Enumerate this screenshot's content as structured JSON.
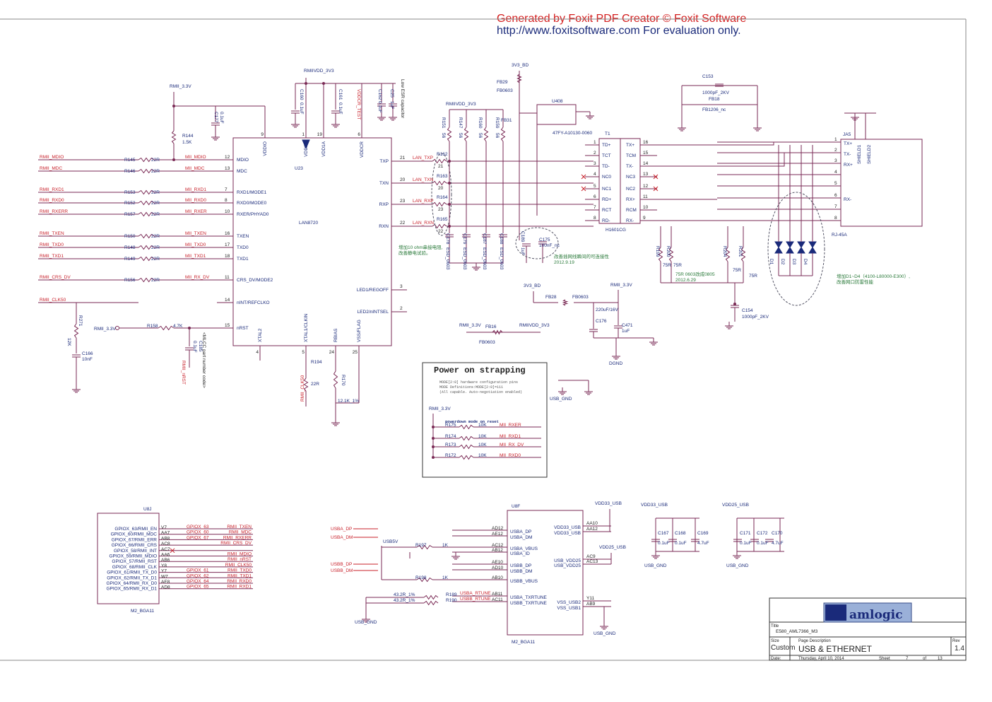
{
  "watermark": {
    "line1": "Generated by Foxit PDF Creator © Foxit Software",
    "line2": "http://www.foxitsoftware.com   For evaluation only."
  },
  "phy": {
    "ref": "U23",
    "part": "LAN8720",
    "left_pins": [
      {
        "num": "12",
        "name": "MDIO"
      },
      {
        "num": "13",
        "name": "MDC"
      },
      {
        "num": "7",
        "name": "RXD1/MODE1"
      },
      {
        "num": "8",
        "name": "RXD0/MODE0"
      },
      {
        "num": "10",
        "name": "RXER/PHYAD0"
      },
      {
        "num": "16",
        "name": "TXEN"
      },
      {
        "num": "17",
        "name": "TXD0"
      },
      {
        "num": "18",
        "name": "TXD1"
      },
      {
        "num": "11",
        "name": "CRS_DV/MODE2"
      },
      {
        "num": "14",
        "name": "nINT/REFCLKO"
      },
      {
        "num": "15",
        "name": "nRST"
      }
    ],
    "right_pins": [
      {
        "num": "21",
        "name": "TXP"
      },
      {
        "num": "20",
        "name": "TXN"
      },
      {
        "num": "23",
        "name": "RXP"
      },
      {
        "num": "22",
        "name": "RXN"
      },
      {
        "num": "3",
        "name": "LED1/REGOFF"
      },
      {
        "num": "2",
        "name": "LED2/nINTSEL"
      }
    ],
    "top_pins": [
      {
        "num": "9",
        "name": "VDDIO"
      },
      {
        "num": "1",
        "name": "VDD2A"
      },
      {
        "num": "19",
        "name": "VDD1A"
      },
      {
        "num": "6",
        "name": "VDDCR"
      }
    ],
    "bottom_pins": [
      {
        "num": "4",
        "name": "XTAL2"
      },
      {
        "num": "5",
        "name": "XTAL1/CLKIN"
      },
      {
        "num": "24",
        "name": "RBIAS"
      },
      {
        "num": "25",
        "name": "VSS/FLAG"
      }
    ]
  },
  "nets_left": [
    {
      "net": "RMII_MDIO",
      "res": "R145",
      "val": "22R",
      "out": "MII_MDIO"
    },
    {
      "net": "RMII_MDC",
      "res": "R146",
      "val": "22R",
      "out": "MII_MDC"
    },
    {
      "net": "RMII_RXD1",
      "res": "R153",
      "val": "22R",
      "out": "MII_RXD1"
    },
    {
      "net": "RMII_RXD0",
      "res": "R152",
      "val": "22R",
      "out": "MII_RXD0"
    },
    {
      "net": "RMII_RXERR",
      "res": "R157",
      "val": "22R",
      "out": "MII_RXER"
    },
    {
      "net": "RMII_TXEN",
      "res": "R150",
      "val": "22R",
      "out": "MII_TXEN"
    },
    {
      "net": "RMII_TXD0",
      "res": "R148",
      "val": "22R",
      "out": "MII_TXD0"
    },
    {
      "net": "RMII_TXD1",
      "res": "R149",
      "val": "22R",
      "out": "MII_TXD1"
    },
    {
      "net": "RMII_CRS_DV",
      "res": "R156",
      "val": "22R",
      "out": "MII_RX_DV"
    },
    {
      "net": "RMII_CLK50",
      "res": "",
      "val": "",
      "out": ""
    }
  ],
  "power": {
    "rmii_33": "RMII_3.3V",
    "rmiivdd_33": "RMIIVDD_3V3",
    "v3v3_bd": "3V3_BD",
    "vddcr_test": "VDDCR_TEST",
    "dgnd": "DGND",
    "usb_gnd": "USB_GND",
    "usb5v": "USB5V",
    "vdd33_usb": "VDD33_USB",
    "vdd25_usb": "VDD25_USB"
  },
  "parts": {
    "r144": "R144",
    "r144_val": "1.5K",
    "r158": "R158",
    "r158_val": "4.7K",
    "r271": "R271",
    "r271_val": "12K",
    "c166": "C166",
    "c166_val": "10nF",
    "c177": "C177",
    "c177_val": "0.1uF",
    "c160": "C160",
    "c161": "C161",
    "c162": "C162",
    "c25": "C25",
    "cap01": "0.1uF",
    "cap1": "1uF",
    "lowesr": "Low ESR capacitor",
    "r194": "R194",
    "r194_val": "22R",
    "r170": "R170",
    "r170_val": "12.1K_1%",
    "rmii_clk50": "RMII_CLK50",
    "rmii_nrst": "RMII_nRST",
    "mlcc_note": "<MLCC part number code>",
    "c185": "C185"
  },
  "lan_nets": [
    "LAN_TXP",
    "LAN_TXN",
    "LAN_RXP",
    "LAN_RXN"
  ],
  "lan_res": [
    "R162",
    "R163",
    "R164",
    "R165"
  ],
  "pull_res": [
    {
      "ref": "R151",
      "val": "56"
    },
    {
      "ref": "R147",
      "val": "56"
    },
    {
      "ref": "R160",
      "val": "56"
    },
    {
      "ref": "R159",
      "val": "56"
    }
  ],
  "esd": [
    {
      "ref": "C178",
      "val": "ESD_0603"
    },
    {
      "ref": "C179",
      "val": "ESD_0603"
    },
    {
      "ref": "C187",
      "val": "ESD_0603"
    },
    {
      "ref": "C188",
      "val": "ESD_0603"
    }
  ],
  "note_esd": [
    "增加10 ohm串接电阻,",
    "改善静电试验。"
  ],
  "note_cm": [
    "改善插网线瞬间的可连接性",
    "2012.9.19"
  ],
  "note_75r": [
    "75R 0603改成0805",
    "2012.6.29"
  ],
  "note_tvs": [
    "增加D1~D4（4100-L80000-E300）,",
    "改善网口防雷性能"
  ],
  "fb29": "FB29",
  "fb0603": "FB0603",
  "u408": "U408",
  "u408_part": "47FY-A10130-0060",
  "fb31": "FB31",
  "c189": "C189",
  "c189_val": "1uF",
  "c175": "C175",
  "c175_val": "100nF_nc",
  "t1": {
    "ref": "T1",
    "part": "H1601CG",
    "left": [
      {
        "num": "1",
        "name": "TD+"
      },
      {
        "num": "2",
        "name": "TCT"
      },
      {
        "num": "3",
        "name": "TD-"
      },
      {
        "num": "4",
        "name": "NC0"
      },
      {
        "num": "5",
        "name": "NC1"
      },
      {
        "num": "6",
        "name": "RD+"
      },
      {
        "num": "7",
        "name": "RCT"
      },
      {
        "num": "8",
        "name": "RD-"
      }
    ],
    "right": [
      {
        "num": "16",
        "name": "TX+"
      },
      {
        "num": "15",
        "name": "TCM"
      },
      {
        "num": "14",
        "name": "TX-"
      },
      {
        "num": "13",
        "name": "NC3"
      },
      {
        "num": "12",
        "name": "NC2"
      },
      {
        "num": "11",
        "name": "RX+"
      },
      {
        "num": "10",
        "name": "RCM"
      },
      {
        "num": "9",
        "name": "RX-"
      }
    ]
  },
  "c153": "C153",
  "c153_val": "1000pF_2KV",
  "fb18": "FB18",
  "fb18_val": "FB1206_nc",
  "rj45": {
    "ref": "JA5",
    "part": "RJ-45A",
    "pins": [
      {
        "num": "1",
        "name": "TX+"
      },
      {
        "num": "2",
        "name": "TX-"
      },
      {
        "num": "3",
        "name": "RX+"
      },
      {
        "num": "4",
        "name": ""
      },
      {
        "num": "5",
        "name": ""
      },
      {
        "num": "6",
        "name": "RX-"
      },
      {
        "num": "7",
        "name": ""
      },
      {
        "num": "8",
        "name": ""
      }
    ],
    "shield1": "SHIELD1",
    "shield2": "SHIELD2"
  },
  "r199": "R199",
  "r200": "R200",
  "r204": "R204",
  "r201": "R201",
  "r75": "75R",
  "diodes": [
    "D1",
    "D2",
    "D3",
    "D4"
  ],
  "c154": "C154",
  "c154_val": "1000pF_2KV",
  "fb28": "FB28",
  "c176": "C176",
  "c176_val": "220uF/16V",
  "c471": "C471",
  "c471_val": "1uF",
  "fb16": "FB16",
  "strap": {
    "title": "Power on strapping",
    "lines": [
      "MODE[2:0] hardware configuration pins",
      "MODE Definitions:MODE[2:0]=111",
      "(All capable. Auto-negotiation enabled)"
    ],
    "sub": "powerdown mode on reset",
    "rows": [
      {
        "ref": "R175",
        "val": "10K",
        "net": "MII_RXER"
      },
      {
        "ref": "R174",
        "val": "10K",
        "net": "MII_RXD1"
      },
      {
        "ref": "R173",
        "val": "10K",
        "net": "MII_RX_DV"
      },
      {
        "ref": "R172",
        "val": "10K",
        "net": "MII_RXD0"
      }
    ]
  },
  "u8j": {
    "ref": "U8J",
    "part": "M2_BGA11",
    "pins": [
      {
        "name": "GPIOX_63/RMII_EN",
        "ball": "V7",
        "mii": "GPIOX_63",
        "net": "RMII_TXEN"
      },
      {
        "name": "GPIOX_60/RMII_MDC",
        "ball": "AA7",
        "mii": "GPIOX_60",
        "net": "RMII_MDC"
      },
      {
        "name": "GPIOX_67/RMII_ERR",
        "ball": "AB8",
        "mii": "GPIOX_67",
        "net": "RMII_RXERR"
      },
      {
        "name": "GPIOX_66/RMII_CRS",
        "ball": "AC8",
        "mii": "",
        "net": "RMII_CRS_DV"
      },
      {
        "name": "GPIOX_58/RMII_INT",
        "ball": "AC7",
        "mii": "",
        "net": ""
      },
      {
        "name": "GPIOX_59/RMII_MDIO",
        "ball": "AA6",
        "mii": "",
        "net": "RMII_MDIO"
      },
      {
        "name": "GPIOX_57/RMII_RST",
        "ball": "AB6",
        "mii": "",
        "net": "RMII_nRST"
      },
      {
        "name": "GPIOX_68/RMII_CLK",
        "ball": "Y8",
        "mii": "",
        "net": "RMII_CLK50"
      },
      {
        "name": "GPIOX_61/RMII_TX_D0",
        "ball": "Y7",
        "mii": "GPIOX_61",
        "net": "RMII_TXD0"
      },
      {
        "name": "GPIOX_62/RMII_TX_D1",
        "ball": "W7",
        "mii": "GPIOX_62",
        "net": "RMII_TXD1"
      },
      {
        "name": "GPIOX_64/RMII_RX_D0",
        "ball": "AE8",
        "mii": "GPIOX_64",
        "net": "RMII_RXD0"
      },
      {
        "name": "GPIOX_65/RMII_RX_D1",
        "ball": "AD8",
        "mii": "GPIOX_65",
        "net": "RMII_RXD1"
      }
    ]
  },
  "u8f": {
    "ref": "U8F",
    "part": "M2_BGA11",
    "left": [
      {
        "ball": "AD12",
        "name": "USBA_DP"
      },
      {
        "ball": "AE12",
        "name": "USBA_DM"
      },
      {
        "ball": "AC12",
        "name": "USBA_VBUS"
      },
      {
        "ball": "AB12",
        "name": "USBA_ID"
      },
      {
        "ball": "AE10",
        "name": "USBB_DP"
      },
      {
        "ball": "AD10",
        "name": "USBB_DM"
      },
      {
        "ball": "AB10",
        "name": "USBB_VBUS"
      },
      {
        "ball": "AB11",
        "name": "USBA_TXRTUNE"
      },
      {
        "ball": "AC11",
        "name": "USBB_TXRTUNE"
      }
    ],
    "right": [
      {
        "ball": "AA10",
        "name": "VDD33_USB"
      },
      {
        "ball": "AA12",
        "name": "VDD33_USB"
      },
      {
        "ball": "AC9",
        "name": "USB_VDD25"
      },
      {
        "ball": "AC13",
        "name": "USB_VDD25"
      },
      {
        "ball": "Y11",
        "name": "VSS_USB2"
      },
      {
        "ball": "AB9",
        "name": "VSS_USB1"
      }
    ]
  },
  "usb_nets": [
    "USBA_DP",
    "USBA_DM",
    "USBB_DP",
    "USBB_DM"
  ],
  "r197": "R197",
  "r198": "R198",
  "r1k": "1K",
  "r189": "R189",
  "r190": "R190",
  "r43": "43.2R_1%",
  "rtune_a": "USBA_RTUNE",
  "rtune_b": "USBB_RTUNE",
  "caps33": [
    {
      "ref": "C167",
      "val": "0.1uF"
    },
    {
      "ref": "C168",
      "val": "0.1uF"
    },
    {
      "ref": "C169",
      "val": "4.7uF"
    }
  ],
  "caps25": [
    {
      "ref": "C171",
      "val": "0.1uF"
    },
    {
      "ref": "C172",
      "val": "0.1uF"
    },
    {
      "ref": "C170",
      "val": "4.7uF"
    }
  ],
  "title_block": {
    "logo": "amlogic",
    "title_label": "Title",
    "title": "E580_AML7366_M3",
    "size_label": "Size",
    "size": "Custom",
    "desc_label": "Page Description",
    "desc": "USB & ETHERNET",
    "rev_label": "Rev",
    "rev": "1.4",
    "date_label": "Date:",
    "date": "Thursday, April 10, 2014",
    "sheet_label": "Sheet",
    "sheet": "7",
    "of_label": "of",
    "of": "13"
  }
}
